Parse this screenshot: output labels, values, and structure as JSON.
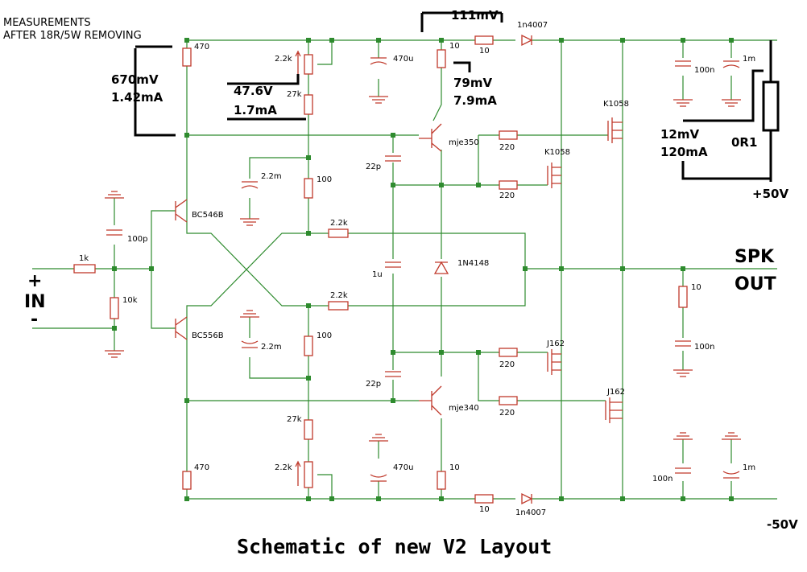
{
  "note": {
    "line1": "MEASUREMENTS",
    "line2": "AFTER 18R/5W REMOVING"
  },
  "title": "Schematic of new V2 Layout",
  "measurements": {
    "input_v": "670mV",
    "input_i": "1.42mA",
    "mid_v": "47.6V",
    "mid_i": "1.7mA",
    "top_v": "111mV",
    "vas_v": "79mV",
    "vas_i": "7.9mA",
    "out_v": "12mV",
    "out_i": "120mA"
  },
  "terminals": {
    "in_plus": "+",
    "in_label": "IN",
    "in_minus": "-",
    "spk": "SPK",
    "out": "OUT",
    "pos_supply": "+50V",
    "neg_supply": "-50V",
    "shunt": "0R1"
  },
  "components": {
    "r470_top": "470",
    "pot_top": "2.2k",
    "r27k_top": "27k",
    "c470u_top": "470u",
    "r10_top": "10",
    "r10_series_top": "10",
    "d_top": "1n4007",
    "c100n_top": "100n",
    "c1m_top": "1m",
    "q_vas_top": "mje350",
    "r220_a": "220",
    "r220_b": "220",
    "m_k1058_a": "K1058",
    "m_k1058_b": "K1058",
    "c22p_top": "22p",
    "c2m2_top": "2.2m",
    "r100_top": "100",
    "r2k2_top": "2.2k",
    "q_in_top": "BC546B",
    "c100p": "100p",
    "r1k": "1k",
    "r10k": "10k",
    "c1u": "1u",
    "d_bias": "1N4148",
    "r10_out": "10",
    "c100n_out": "100n",
    "r2k2_bot": "2.2k",
    "q_in_bot": "BC556B",
    "c2m2_bot": "2.2m",
    "r100_bot": "100",
    "c22p_bot": "22p",
    "q_vas_bot": "mje340",
    "r220_c": "220",
    "r220_d": "220",
    "m_j162_a": "J162",
    "m_j162_b": "J162",
    "r27k_bot": "27k",
    "pot_bot": "2.2k",
    "c470u_bot": "470u",
    "r470_bot": "470",
    "r10_bot": "10",
    "r10_series_bot": "10",
    "d_bot": "1n4007",
    "c100n_bot": "100n",
    "c1m_bot": "1m"
  }
}
